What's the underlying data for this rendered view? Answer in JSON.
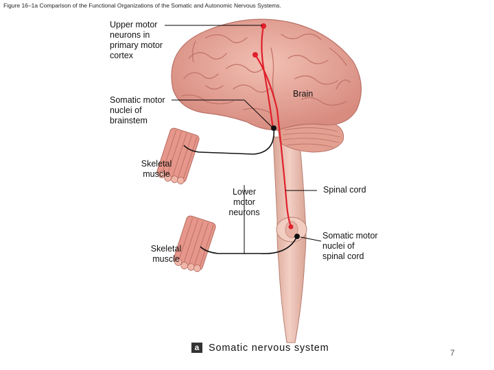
{
  "caption": "Figure 16–1a Comparison of the Functional Organizations of the Somatic and Autonomic Nervous Systems.",
  "labels": {
    "upper_motor": "Upper motor\nneurons in\nprimary motor\ncortex",
    "brain": "Brain",
    "brainstem_nuclei": "Somatic motor\nnuclei of\nbrainstem",
    "skeletal_muscle_1": "Skeletal\nmuscle",
    "spinal_cord": "Spinal cord",
    "lower_motor": "Lower\nmotor\nneurons",
    "spinal_nuclei": "Somatic motor\nnuclei of\nspinal cord",
    "skeletal_muscle_2": "Skeletal\nmuscle"
  },
  "panel": {
    "letter": "a",
    "title": "Somatic nervous system"
  },
  "page_number": "7",
  "colors": {
    "brain": "#e9a79a",
    "brain_fold": "#c97b70",
    "spinal_cord": "#eec0b3",
    "neuron_path": "#e0202a",
    "muscle": "#e08a7a",
    "leader_line": "#000000"
  }
}
